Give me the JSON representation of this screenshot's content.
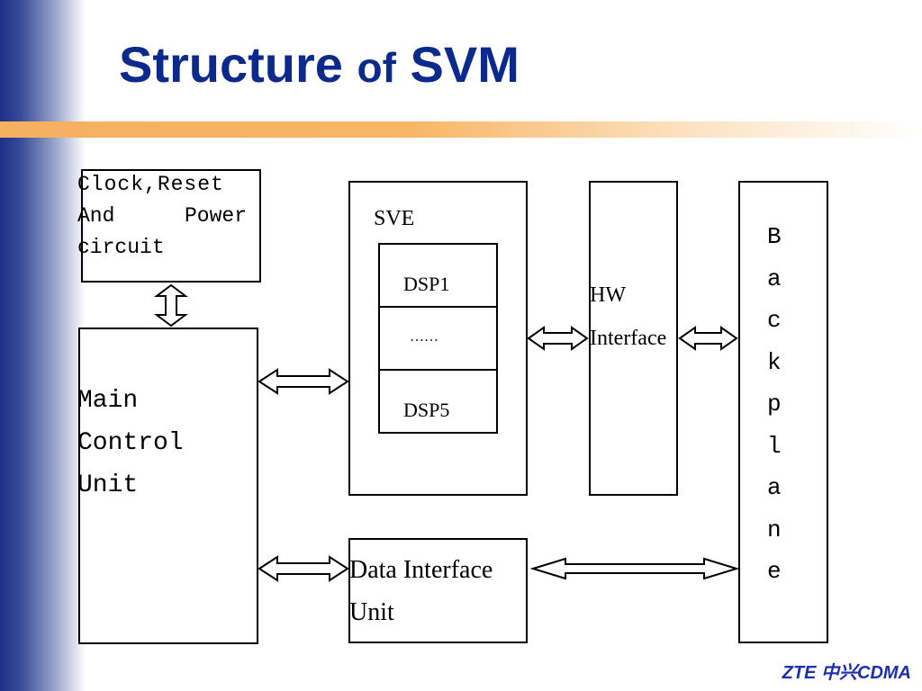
{
  "slide": {
    "title_main": "Structure",
    "title_of": "of",
    "title_end": "SVM",
    "footer": "ZTE 中兴CDMA"
  },
  "diagram": {
    "clock_box": {
      "line1": "Clock,Reset",
      "line2_a": "And",
      "line2_b": "Power",
      "line3": "circuit"
    },
    "main_control": {
      "line1": "Main",
      "line2": "Control",
      "line3": "Unit"
    },
    "sve": {
      "label": "SVE",
      "dsp1": "DSP1",
      "dots": "……",
      "dsp5": "DSP5"
    },
    "hw": {
      "line1": "HW",
      "line2": "Interface"
    },
    "data_interface": {
      "line1": "Data Interface",
      "line2": "Unit"
    },
    "backplane": {
      "letters": [
        "B",
        "a",
        "c",
        "k",
        "p",
        "l",
        "a",
        "n",
        "e"
      ]
    }
  }
}
